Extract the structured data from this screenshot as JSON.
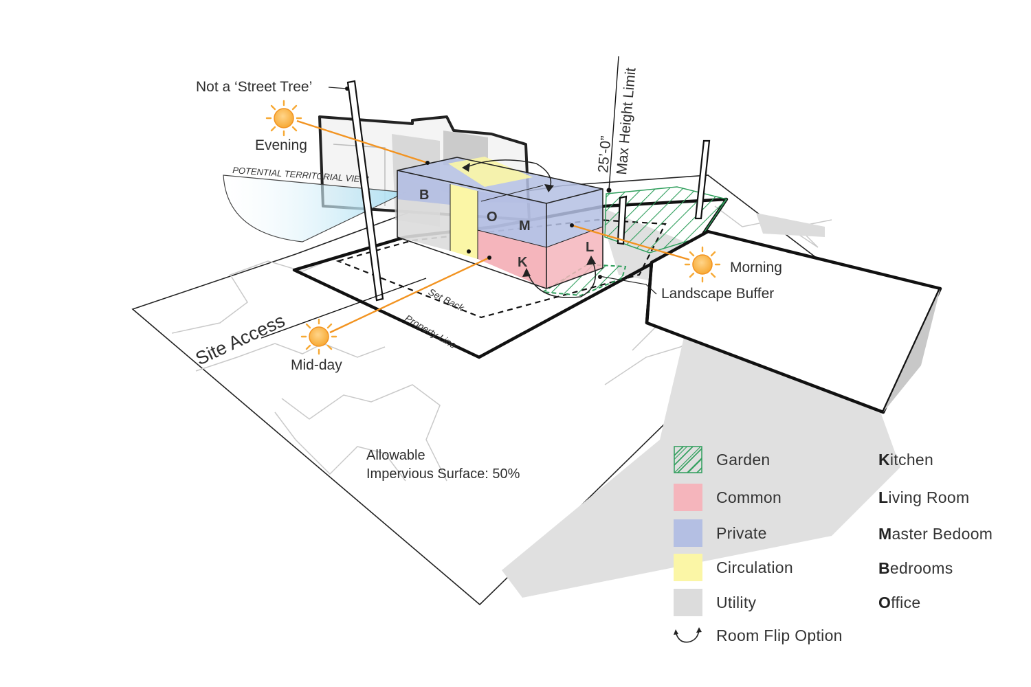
{
  "labels": {
    "street_tree": "Not a ‘Street Tree’",
    "evening": "Evening",
    "territorial_view": "POTENTIAL TERRITORIAL VIEW",
    "height": "25’-0”",
    "max_height": "Max Height Limit",
    "morning": "Morning",
    "landscape_buffer": "Landscape Buffer",
    "site_access": "Site Access",
    "set_back": "Set Back",
    "property_line": "Property Line",
    "midday": "Mid-day"
  },
  "rooms": {
    "bedrooms": "B",
    "office": "O",
    "master": "M",
    "kitchen": "K",
    "living": "L"
  },
  "note": {
    "line1": "Allowable",
    "line2": "Impervious Surface: 50%"
  },
  "legend": {
    "items": [
      {
        "label": "Garden",
        "color": "#2e9e5b"
      },
      {
        "label": "Common",
        "color": "#f5b5bc"
      },
      {
        "label": "Private",
        "color": "#b4bfe3"
      },
      {
        "label": "Circulation",
        "color": "#fbf6a6"
      },
      {
        "label": "Utility",
        "color": "#dcdcdc"
      }
    ],
    "flip": "Room Flip Option",
    "abbreviations": [
      {
        "letter": "K",
        "rest": "itchen"
      },
      {
        "letter": "L",
        "rest": "iving Room"
      },
      {
        "letter": "M",
        "rest": "aster Bedoom"
      },
      {
        "letter": "B",
        "rest": "edrooms"
      },
      {
        "letter": "O",
        "rest": "ffice"
      }
    ]
  },
  "colors": {
    "sun": "#f7a934",
    "sun_ray": "#f29320",
    "garden": "#2e9e5b",
    "common": "#f5b5bc",
    "private": "#b4bfe3",
    "circulation": "#fbf6a6",
    "utility": "#dcdcdc",
    "view": "#bfe7f5"
  }
}
